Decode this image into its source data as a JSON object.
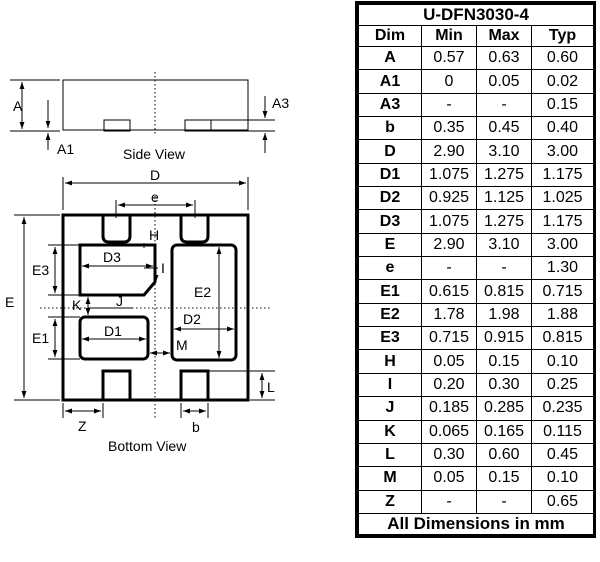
{
  "drawing": {
    "labels": {
      "A": "A",
      "A3": "A3",
      "A1": "A1",
      "side_view": "Side View",
      "D": "D",
      "e": "e",
      "H": "H",
      "E3": "E3",
      "D3": "D3",
      "I": "I",
      "E": "E",
      "E2": "E2",
      "K": "K",
      "J": "J",
      "E1": "E1",
      "D2": "D2",
      "D1": "D1",
      "M": "M",
      "L": "L",
      "Z": "Z",
      "b": "b",
      "bottom_view": "Bottom View"
    }
  },
  "table": {
    "title": "U-DFN3030-4",
    "headers": [
      "Dim",
      "Min",
      "Max",
      "Typ"
    ],
    "rows": [
      [
        "A",
        "0.57",
        "0.63",
        "0.60"
      ],
      [
        "A1",
        "0",
        "0.05",
        "0.02"
      ],
      [
        "A3",
        "-",
        "-",
        "0.15"
      ],
      [
        "b",
        "0.35",
        "0.45",
        "0.40"
      ],
      [
        "D",
        "2.90",
        "3.10",
        "3.00"
      ],
      [
        "D1",
        "1.075",
        "1.275",
        "1.175"
      ],
      [
        "D2",
        "0.925",
        "1.125",
        "1.025"
      ],
      [
        "D3",
        "1.075",
        "1.275",
        "1.175"
      ],
      [
        "E",
        "2.90",
        "3.10",
        "3.00"
      ],
      [
        "e",
        "-",
        "-",
        "1.30"
      ],
      [
        "E1",
        "0.615",
        "0.815",
        "0.715"
      ],
      [
        "E2",
        "1.78",
        "1.98",
        "1.88"
      ],
      [
        "E3",
        "0.715",
        "0.915",
        "0.815"
      ],
      [
        "H",
        "0.05",
        "0.15",
        "0.10"
      ],
      [
        "I",
        "0.20",
        "0.30",
        "0.25"
      ],
      [
        "J",
        "0.185",
        "0.285",
        "0.235"
      ],
      [
        "K",
        "0.065",
        "0.165",
        "0.115"
      ],
      [
        "L",
        "0.30",
        "0.60",
        "0.45"
      ],
      [
        "M",
        "0.05",
        "0.15",
        "0.10"
      ],
      [
        "Z",
        "-",
        "-",
        "0.65"
      ]
    ],
    "footer": "All Dimensions in mm"
  }
}
